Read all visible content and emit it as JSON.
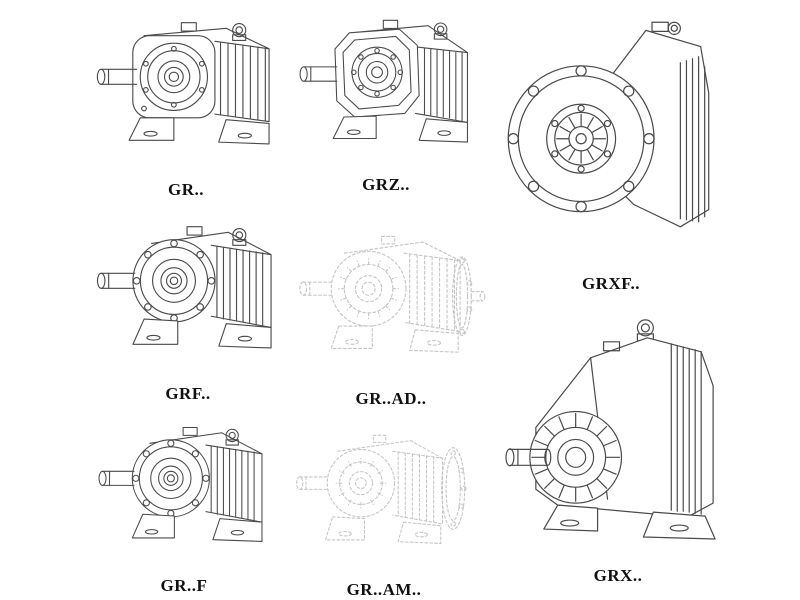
{
  "colors": {
    "line": "#4a4a4a",
    "ghost_line": "#c5c5c5",
    "label": "#111111",
    "background": "#ffffff"
  },
  "figures": [
    {
      "id": "gr",
      "label": "GR..",
      "drawing": "helical-reducer-foot-icon",
      "style": "solid"
    },
    {
      "id": "grz",
      "label": "GRZ..",
      "drawing": "helical-reducer-foot-octagon-icon",
      "style": "solid"
    },
    {
      "id": "grxf",
      "label": "GRXF..",
      "drawing": "helical-reducer-flange-front-icon",
      "style": "solid"
    },
    {
      "id": "grf",
      "label": "GRF..",
      "drawing": "helical-reducer-flange-foot-icon",
      "style": "solid"
    },
    {
      "id": "grad",
      "label": "GR..AD..",
      "drawing": "helical-reducer-input-adapter-icon",
      "style": "ghost"
    },
    {
      "id": "grx",
      "label": "GRX..",
      "drawing": "helical-reducer-large-foot-icon",
      "style": "solid"
    },
    {
      "id": "grft",
      "label": "GR..F",
      "drawing": "helical-reducer-flange-foot-icon",
      "style": "solid"
    },
    {
      "id": "gram",
      "label": "GR..AM..",
      "drawing": "helical-reducer-motor-adapter-icon",
      "style": "ghost"
    }
  ]
}
